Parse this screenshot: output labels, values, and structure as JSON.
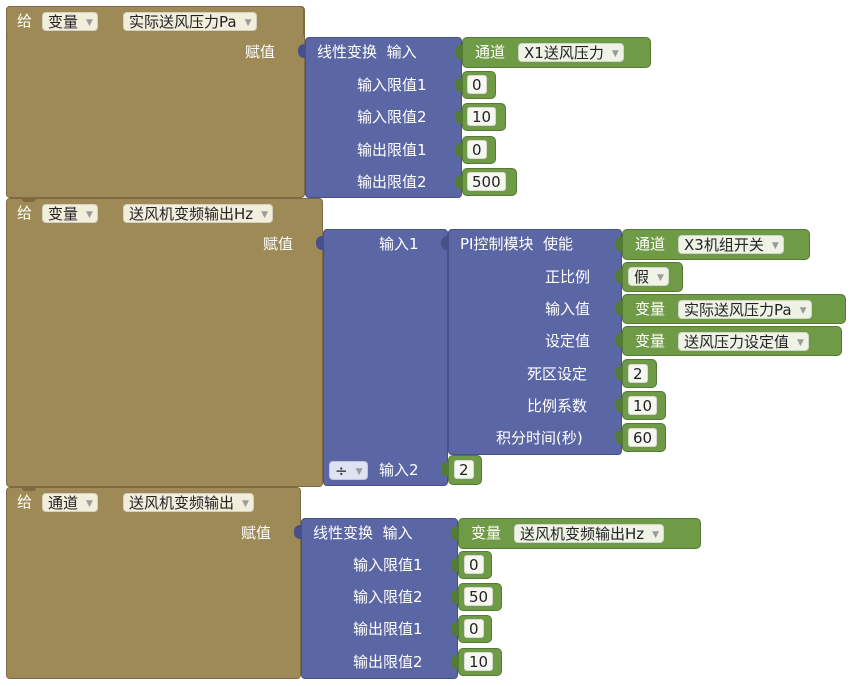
{
  "blocks": [
    {
      "set_label": "给",
      "target_kind": "变量",
      "target_name": "实际送风压力Pa",
      "assign_label": "赋值",
      "func": "线性变换",
      "input_label": "输入",
      "source_kind": "通道",
      "source_name": "X1送风压力",
      "params": [
        {
          "label": "输入限值1",
          "value": "0"
        },
        {
          "label": "输入限值2",
          "value": "10"
        },
        {
          "label": "输出限值1",
          "value": "0"
        },
        {
          "label": "输出限值2",
          "value": "500"
        }
      ]
    },
    {
      "set_label": "给",
      "target_kind": "变量",
      "target_name": "送风机变频输出Hz",
      "assign_label": "赋值",
      "input1_label": "输入1",
      "op": "÷",
      "input2_label": "输入2",
      "input2_value": "2",
      "pi": {
        "title": "PI控制模块",
        "enable_label": "使能",
        "enable_kind": "通道",
        "enable_name": "X3机组开关",
        "rows": [
          {
            "label": "正比例",
            "value": "假",
            "kind": "dropdown"
          },
          {
            "label": "输入值",
            "kind_label": "变量",
            "value": "实际送风压力Pa",
            "kind": "var"
          },
          {
            "label": "设定值",
            "kind_label": "变量",
            "value": "送风压力设定值",
            "kind": "var"
          },
          {
            "label": "死区设定",
            "value": "2",
            "kind": "num"
          },
          {
            "label": "比例系数",
            "value": "10",
            "kind": "num"
          },
          {
            "label": "积分时间(秒)",
            "value": "60",
            "kind": "num"
          }
        ]
      }
    },
    {
      "set_label": "给",
      "target_kind": "通道",
      "target_name": "送风机变频输出",
      "assign_label": "赋值",
      "func": "线性变换",
      "input_label": "输入",
      "source_kind": "变量",
      "source_name": "送风机变频输出Hz",
      "params": [
        {
          "label": "输入限值1",
          "value": "0"
        },
        {
          "label": "输入限值2",
          "value": "50"
        },
        {
          "label": "输出限值1",
          "value": "0"
        },
        {
          "label": "输出限值2",
          "value": "10"
        }
      ]
    }
  ]
}
